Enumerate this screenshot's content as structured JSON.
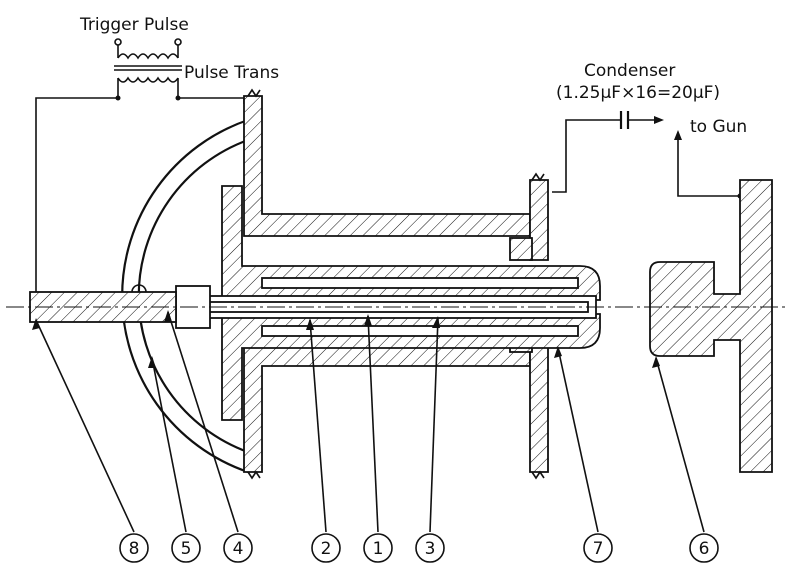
{
  "labels": {
    "trigger": "Trigger Pulse",
    "pulse_trans": "Pulse Trans",
    "condenser": "Condenser",
    "condenser_value": "(1.25μF×16=20μF)",
    "to_gun": "to Gun"
  },
  "part_numbers": [
    "8",
    "5",
    "4",
    "2",
    "1",
    "3",
    "7",
    "6"
  ]
}
